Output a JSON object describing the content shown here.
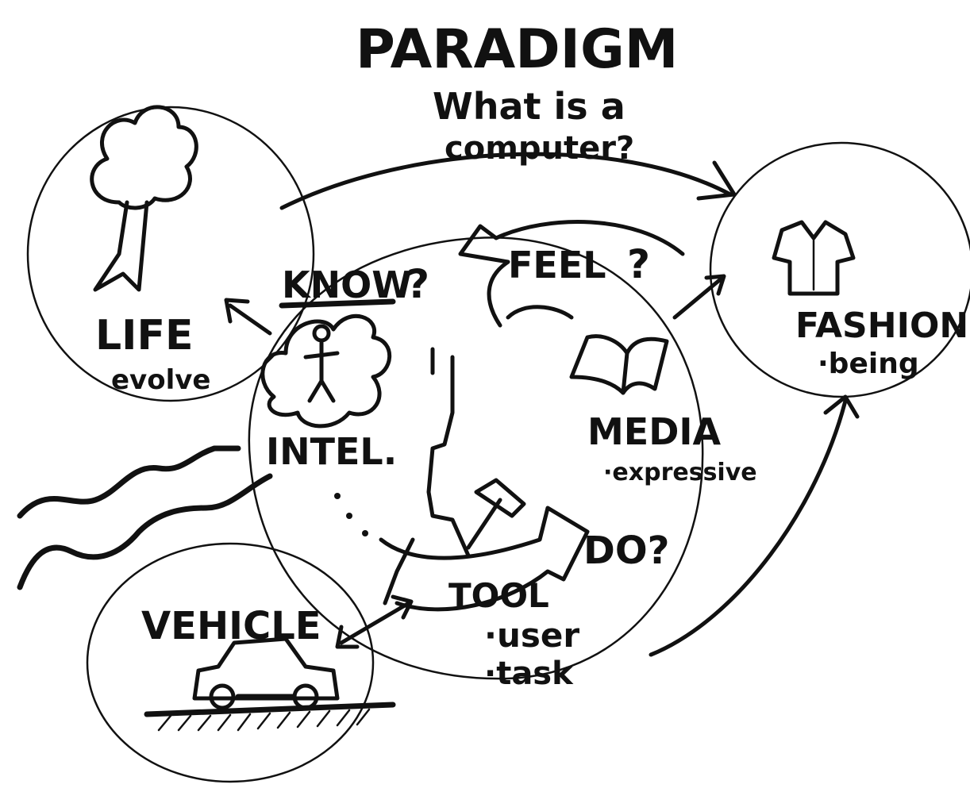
{
  "diagram": {
    "title": "PARADIGM",
    "subtitle_line1": "What is a",
    "subtitle_line2": "computer?",
    "nodes": {
      "life": {
        "label": "LIFE",
        "sub": "evolve"
      },
      "fashion": {
        "label": "FASHION",
        "sub": "·being"
      },
      "intel": {
        "label": "INTEL."
      },
      "media": {
        "label": "MEDIA",
        "sub": "·expressive"
      },
      "vehicle": {
        "label": "VEHICLE"
      },
      "tool": {
        "label": "TOOL",
        "sub1": "·user",
        "sub2": "·task"
      }
    },
    "questions": {
      "know": "KNOW",
      "know_q": "?",
      "feel": "FEEL",
      "feel_q": "?",
      "do": "DO?"
    },
    "colors": {
      "ink": "#111111",
      "paper": "#ffffff"
    }
  }
}
